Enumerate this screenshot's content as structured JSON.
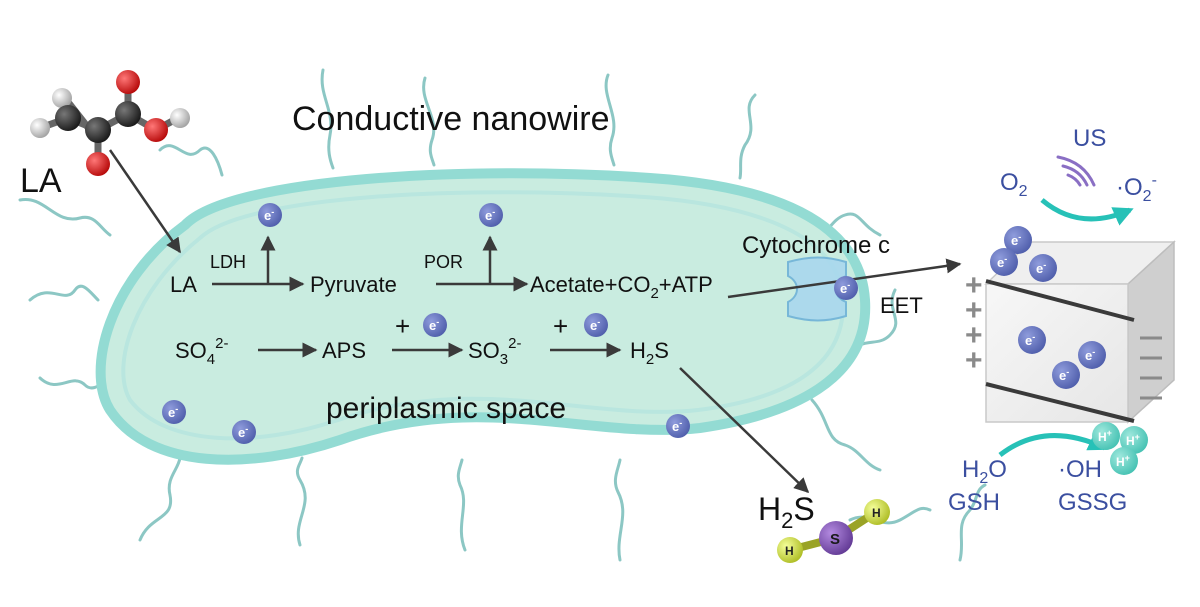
{
  "labels": {
    "title": "Conductive nanowire",
    "la_outside": "LA",
    "la_inner": "LA",
    "ldh": "LDH",
    "pyruvate": "Pyruvate",
    "por": "POR",
    "acetate_a": "Acetate+CO",
    "acetate_sub": "2",
    "acetate_b": "+ATP",
    "cytochrome": "Cytochrome c",
    "eet": "EET",
    "so4_base": "SO",
    "so4_sub": "4",
    "so4_sup": "2-",
    "aps": "APS",
    "so3_base": "SO",
    "so3_sub": "3",
    "so3_sup": "2-",
    "h2s_inner_a": "H",
    "h2s_inner_sub": "2",
    "h2s_inner_b": "S",
    "plus": "+",
    "periplasmic": "periplasmic space",
    "h2s_outer_a": "H",
    "h2s_outer_sub": "2",
    "h2s_outer_b": "S",
    "us": "US",
    "o2_base": "O",
    "o2_sub": "2",
    "superoxide_a": "·O",
    "superoxide_sub": "2",
    "superoxide_sup": "-",
    "h2o_a": "H",
    "h2o_sub": "2",
    "h2o_b": "O",
    "oh": "·OH",
    "gsh": "GSH",
    "gssg": "GSSG",
    "electron": "e",
    "electron_sup": "-",
    "proton": "H",
    "proton_sup": "+",
    "atom_s": "S",
    "atom_h": "H",
    "cube_plus": "+",
    "cube_minus": "−"
  },
  "colors": {
    "cell_fill": "#c9ece0",
    "membrane": "#93dbd3",
    "nanowire": "#8cc7c4",
    "electron": "#5a69b6",
    "proton": "#5ccfc0",
    "arrow_teal": "#27c1b7",
    "text_blue": "#3b4fa0",
    "sulfur": "#7a4eb0",
    "hydrogen_atom": "#d8e84a"
  }
}
